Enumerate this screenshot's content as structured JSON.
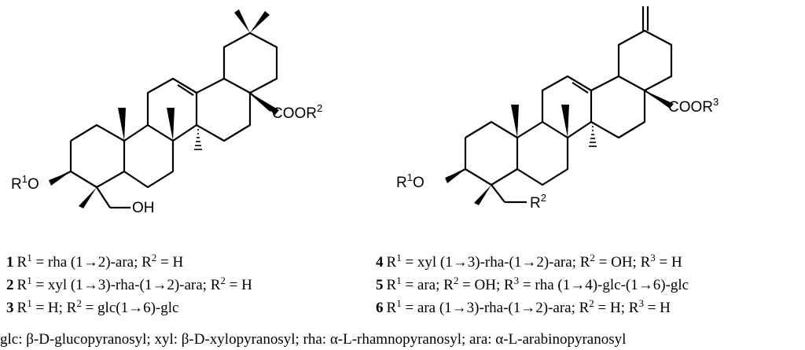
{
  "structure1": {
    "oxy_label": "R",
    "oxy_sup": "1",
    "oxy_suffix": "O",
    "hydroxymethyl_label": "OH",
    "ester_label": "COOR",
    "ester_sup": "2"
  },
  "structure2": {
    "oxy_label": "R",
    "oxy_sup": "1",
    "oxy_suffix": "O",
    "side_label": "R",
    "side_sup": "2",
    "ester_label": "COOR",
    "ester_sup": "3"
  },
  "compounds": [
    {
      "num": "1",
      "pre": "R",
      "s1": "1",
      "mid": " = rha (1→2)-ara; R",
      "s2": "2",
      "post": " = H",
      "s3": "",
      "tail": ""
    },
    {
      "num": "2",
      "pre": "R",
      "s1": "1",
      "mid": " = xyl (1→3)-rha-(1→2)-ara; R",
      "s2": "2",
      "post": " = H",
      "s3": "",
      "tail": ""
    },
    {
      "num": "3",
      "pre": "R",
      "s1": "1",
      "mid": "  = H; R",
      "s2": "2",
      "post": " = glc(1→6)-glc",
      "s3": "",
      "tail": ""
    },
    {
      "num": "4",
      "pre": "R",
      "s1": "1",
      "mid": " = xyl (1→3)-rha-(1→2)-ara; R",
      "s2": "2",
      "post": " = OH; R",
      "s3": "3",
      "tail": " = H"
    },
    {
      "num": "5",
      "pre": "R",
      "s1": "1",
      "mid": " = ara; R",
      "s2": "2",
      "post": " = OH; R",
      "s3": "3",
      "tail": " = rha (1→4)-glc-(1→6)-glc"
    },
    {
      "num": "6",
      "pre": "R",
      "s1": "1",
      "mid": " = ara (1→3)-rha-(1→2)-ara; R",
      "s2": "2",
      "post": " = H; R",
      "s3": "3",
      "tail": " = H"
    }
  ],
  "legend": "glc: β-D-glucopyranosyl;  xyl: β-D-xylopyranosyl; rha: α-L-rhamnopyranosyl;  ara: α-L-arabinopyranosyl"
}
